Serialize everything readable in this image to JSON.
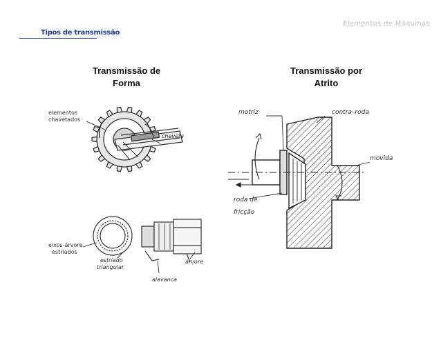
{
  "header": {
    "course": "Elementos de Máquinas",
    "section": "Tipos de transmissão"
  },
  "left_panel": {
    "heading_line1": "Transmissão de",
    "heading_line2": "Forma",
    "labels": {
      "elementos_1": "elementos",
      "elementos_2": "chavetados",
      "chaveta": "chaveta",
      "eixos_1": "eixos-árvore",
      "eixos_2": "estriados",
      "estriado_1": "estriado",
      "estriado_2": "triangular",
      "arvore": "árvore",
      "alavanca": "alavanca"
    }
  },
  "right_panel": {
    "heading_line1": "Transmissão por",
    "heading_line2": "Atrito",
    "labels": {
      "motriz": "motriz",
      "contra_roda": "contra–roda",
      "movida": "movida",
      "roda_de": "roda de",
      "friccao": "fricção"
    }
  }
}
